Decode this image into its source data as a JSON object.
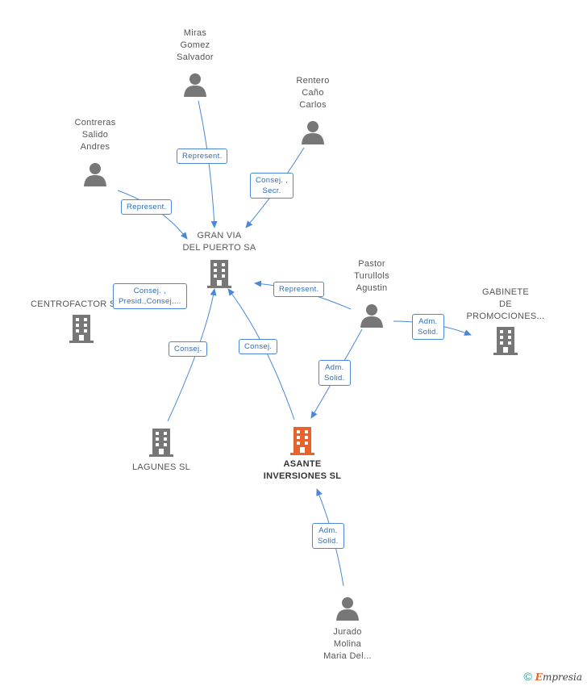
{
  "colors": {
    "edge": "#4a88d6",
    "person": "#777777",
    "company": "#777777",
    "focus": "#e8632c"
  },
  "nodes": {
    "miras": {
      "label": "Miras\nGomez\nSalvador",
      "icon": "person-icon"
    },
    "rentero": {
      "label": "Rentero\nCaño\nCarlos",
      "icon": "person-icon"
    },
    "contreras": {
      "label": "Contreras\nSalido\nAndres",
      "icon": "person-icon"
    },
    "granvia": {
      "label": "GRAN VIA\nDEL PUERTO SA",
      "icon": "building-icon"
    },
    "centrofactor": {
      "label": "CENTROFACTOR S",
      "icon": "building-icon"
    },
    "pastor": {
      "label": "Pastor\nTurullols\nAgustin",
      "icon": "person-icon"
    },
    "gabinete": {
      "label": "GABINETE\nDE\nPROMOCIONES...",
      "icon": "building-icon"
    },
    "lagunes": {
      "label": "LAGUNES SL",
      "icon": "building-icon"
    },
    "asante": {
      "label": "ASANTE\nINVERSIONES SL",
      "icon": "building-icon"
    },
    "jurado": {
      "label": "Jurado\nMolina\nMaria Del...",
      "icon": "person-icon"
    }
  },
  "edge_labels": {
    "miras_granvia": "Represent.",
    "rentero_granvia": "Consej. ,\nSecr.",
    "contreras_granvia": "Represent.",
    "centro_granvia": "Consej. ,\nPresid.,Consej....",
    "pastor_granvia": "Represent.",
    "pastor_gabinete": "Adm.\nSolid.",
    "pastor_asante": "Adm.\nSolid.",
    "lagunes_granvia": "Consej.",
    "asante_granvia": "Consej.",
    "jurado_asante": "Adm.\nSolid."
  },
  "footer": {
    "copyright": "©",
    "brand_initial": "E",
    "brand_rest": "mpresia"
  }
}
